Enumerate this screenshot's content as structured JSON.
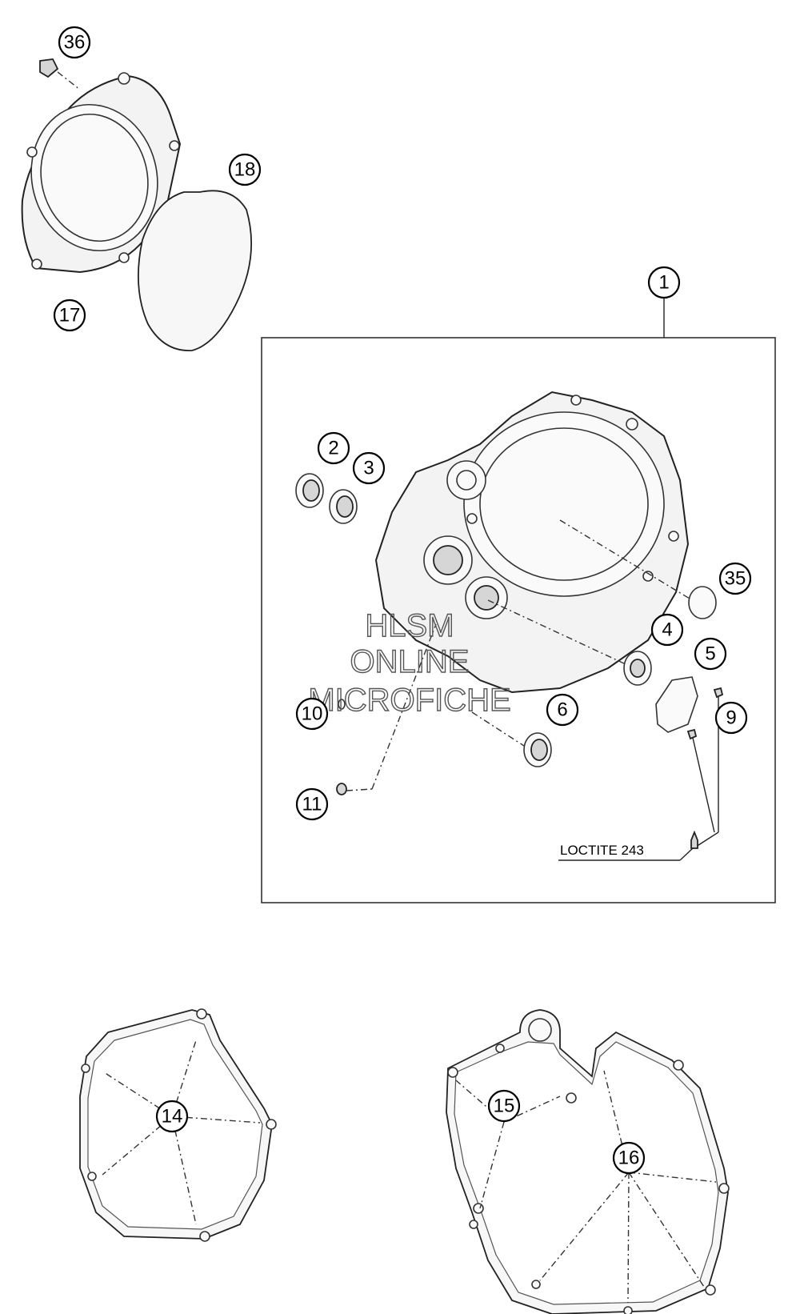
{
  "callouts": {
    "c1": "1",
    "c2": "2",
    "c3": "3",
    "c4": "4",
    "c5": "5",
    "c6": "6",
    "c9": "9",
    "c10": "10",
    "c11": "11",
    "c14": "14",
    "c15": "15",
    "c16": "16",
    "c17": "17",
    "c18": "18",
    "c35": "35",
    "c36": "36"
  },
  "note": {
    "loctite": "LOCTITE 243"
  },
  "watermark": {
    "line1": "HLSM",
    "line2": "ONLINE",
    "line3": "MICROFICHE"
  }
}
